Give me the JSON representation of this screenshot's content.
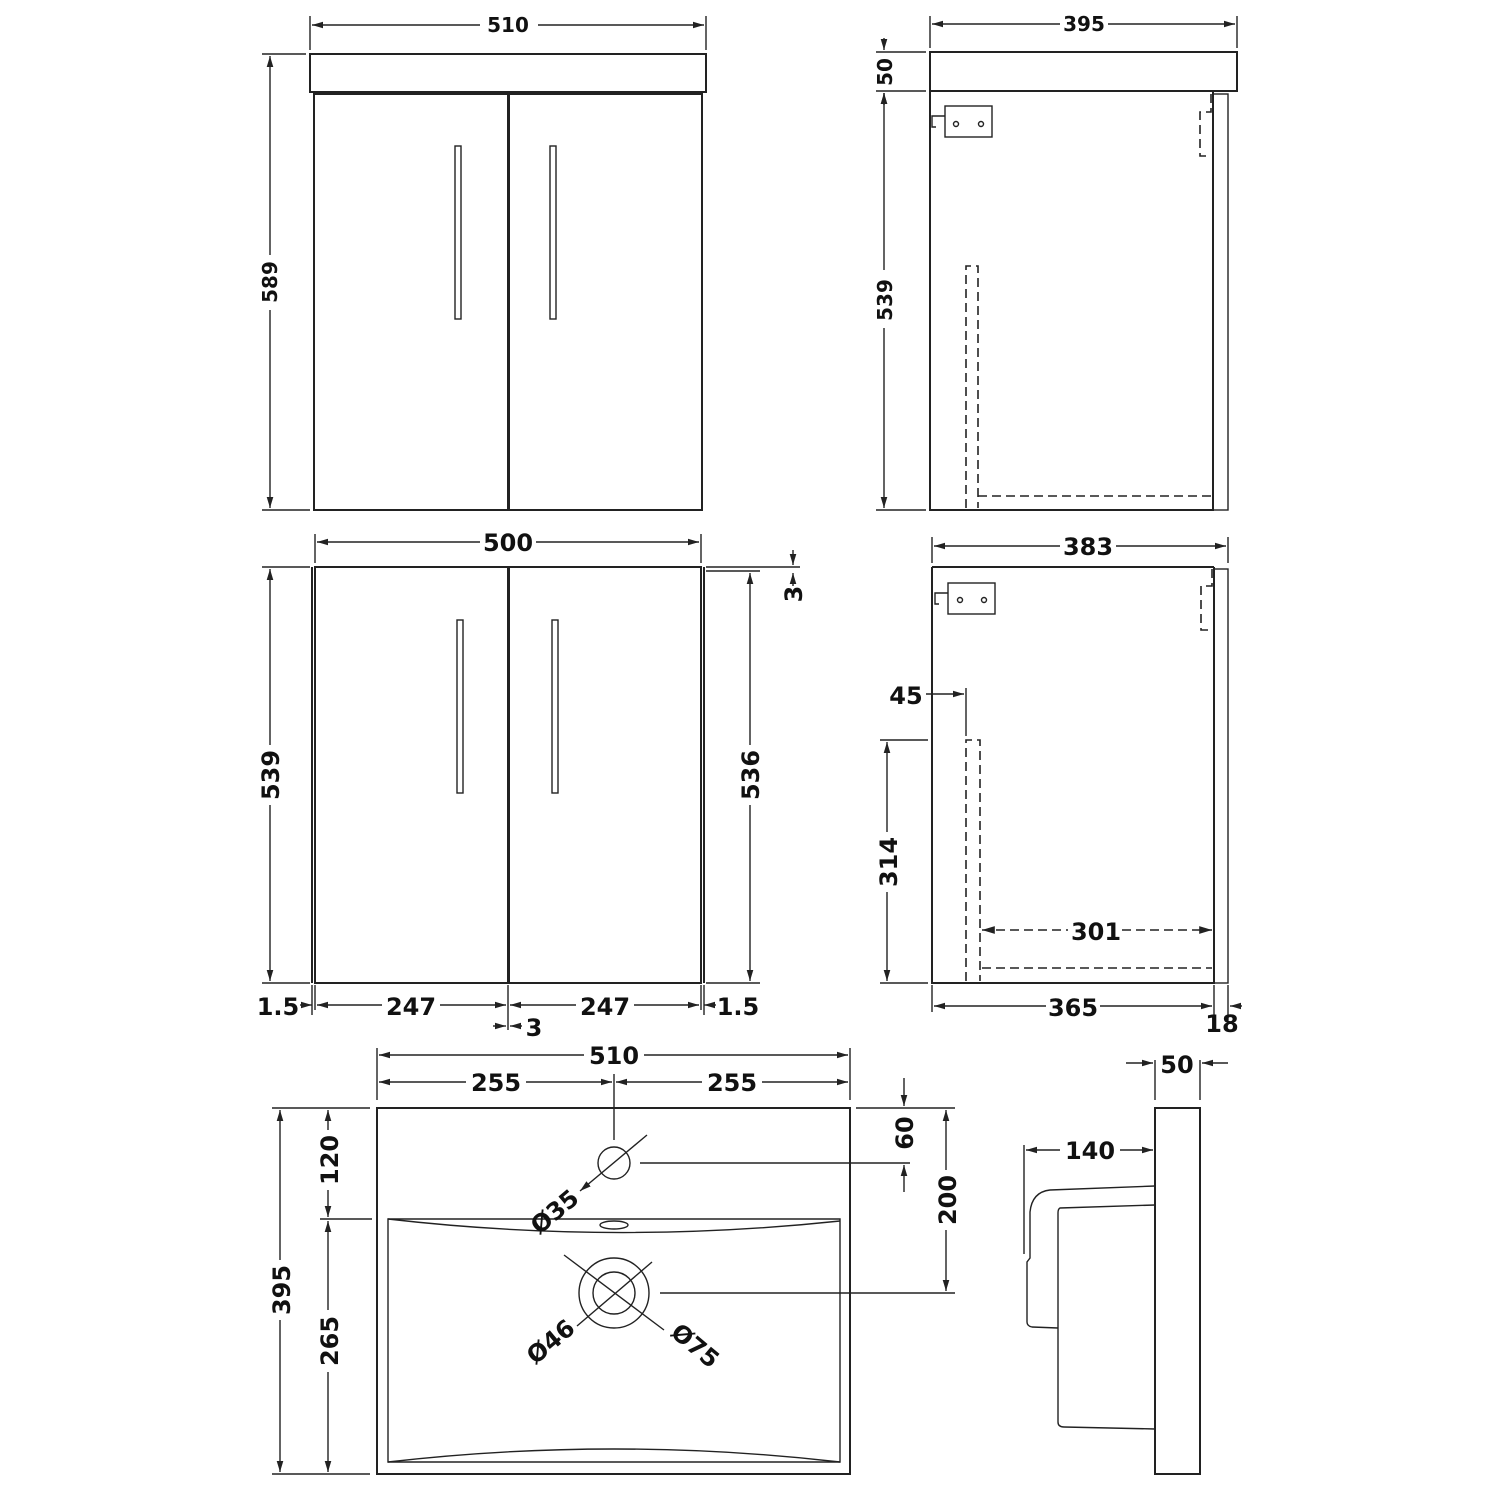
{
  "diagram": {
    "units": "mm",
    "views": {
      "front_with_basin": {
        "width": "510",
        "height": "589"
      },
      "side_with_basin": {
        "depth": "395",
        "basin_thickness": "50",
        "cabinet_height": "539"
      },
      "front_cabinet": {
        "width": "500",
        "height": "539",
        "door_height": "536",
        "top_gap": "3",
        "left_edge": "1.5",
        "door_left": "247",
        "door_right": "247",
        "right_edge": "1.5",
        "centre_gap": "3"
      },
      "side_cabinet": {
        "depth": "383",
        "rail_offset": "45",
        "rail_height": "314",
        "shelf_depth": "301",
        "inner_depth": "365",
        "door_thickness": "18"
      },
      "basin_plan": {
        "width": "510",
        "half_left": "255",
        "half_right": "255",
        "depth": "395",
        "tap_offset": "120",
        "bowl_depth": "265",
        "tap_hole_from_back": "60",
        "waste_from_back": "200",
        "tap_hole_dia": "Ø35",
        "waste_inner_dia": "Ø46",
        "waste_outer_dia": "Ø75"
      },
      "basin_profile": {
        "thickness": "50",
        "projection": "140"
      }
    }
  }
}
